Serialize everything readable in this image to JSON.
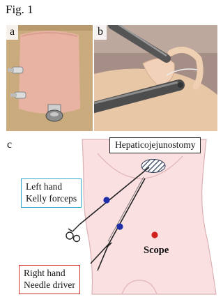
{
  "figure": {
    "title": "Fig. 1",
    "panels": {
      "a": "a",
      "b": "b",
      "c": "c"
    }
  },
  "diagram": {
    "target_label": "Hepaticojejunostomy",
    "left_port": {
      "line1": "Left hand",
      "line2": "Kelly forceps",
      "box_color": "#2fa7c9"
    },
    "right_port": {
      "line1": "Right hand",
      "line2": "Needle driver",
      "box_color": "#d3302e"
    },
    "scope_label": "Scope",
    "port_color": "#1f2fa8",
    "scope_color": "#d02020"
  }
}
